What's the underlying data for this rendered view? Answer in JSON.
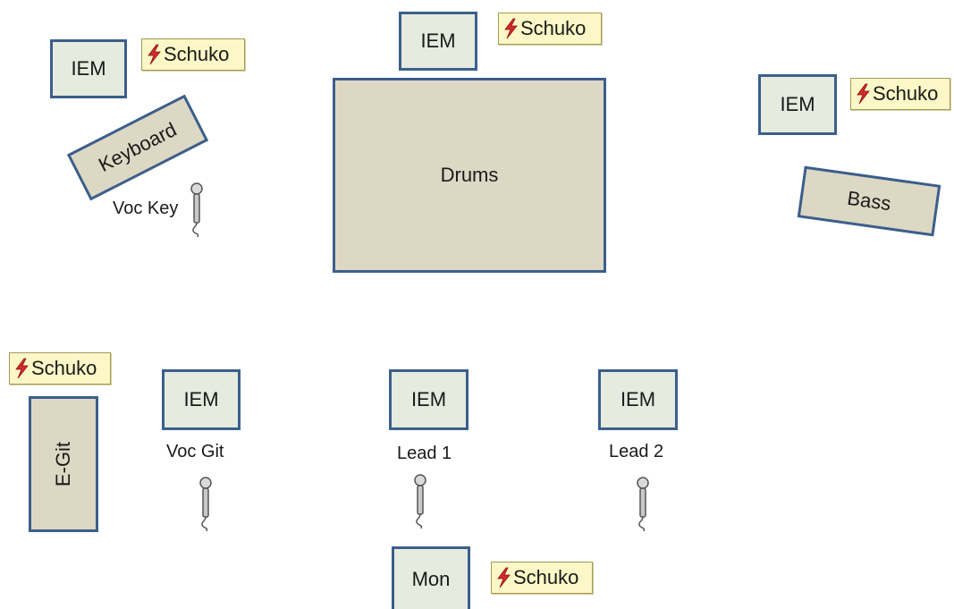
{
  "schuko": "Schuko",
  "iem": "IEM",
  "instruments": {
    "drums": "Drums",
    "keyboard": "Keyboard",
    "bass": "Bass",
    "egit": "E-Git",
    "mon": "Mon"
  },
  "mics": {
    "voc_key": "Voc Key",
    "voc_git": "Voc Git",
    "lead1": "Lead 1",
    "lead2": "Lead 2"
  },
  "colors": {
    "box_border": "#3b5f8c",
    "iem_fill": "#e5ebde",
    "instrument_fill": "#ddd8c4",
    "schuko_fill": "#fbf7c6",
    "bolt": "#d42a2a"
  }
}
